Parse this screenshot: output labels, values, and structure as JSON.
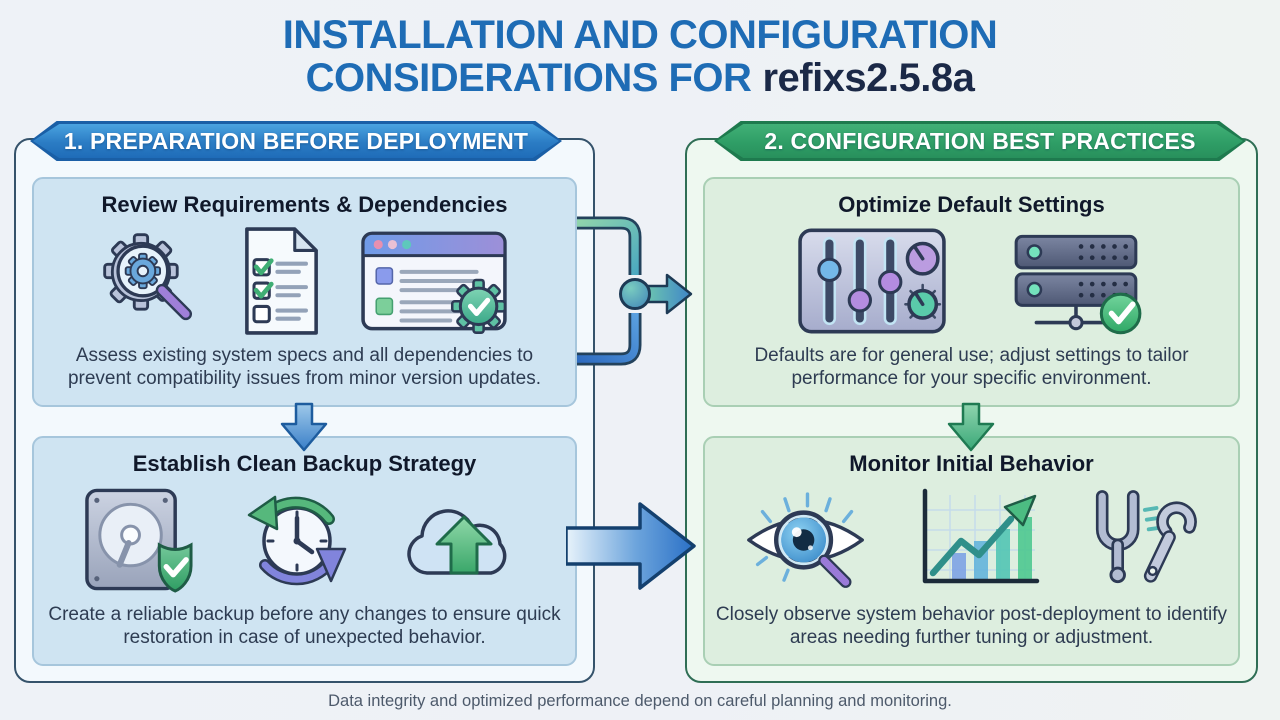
{
  "title": {
    "line1": "INSTALLATION AND CONFIGURATION",
    "line2_prefix": "CONSIDERATIONS FOR",
    "version": "refixs2.5.8a"
  },
  "sections": {
    "left": {
      "header": "1. PREPARATION BEFORE DEPLOYMENT",
      "accent_color": "#2277c4",
      "cards": [
        {
          "title": "Review Requirements & Dependencies",
          "description": "Assess existing system specs and all dependencies to prevent compatibility issues from minor version updates.",
          "icons": [
            "gear-magnifier-icon",
            "checklist-icon",
            "browser-check-icon"
          ]
        },
        {
          "title": "Establish Clean Backup Strategy",
          "description": "Create a reliable backup before any changes to ensure quick restoration in case of unexpected behavior.",
          "icons": [
            "hard-drive-shield-icon",
            "restore-clock-icon",
            "cloud-upload-icon"
          ]
        }
      ]
    },
    "right": {
      "header": "2. CONFIGURATION BEST PRACTICES",
      "accent_color": "#2f9e63",
      "cards": [
        {
          "title": "Optimize Default Settings",
          "description": "Defaults are for general use; adjust settings to tailor performance for your specific environment.",
          "icons": [
            "sliders-panel-icon",
            "server-check-icon"
          ]
        },
        {
          "title": "Monitor Initial Behavior",
          "description": "Closely observe system behavior post-deployment to identify areas needing further tuning or adjustment.",
          "icons": [
            "eye-magnifier-icon",
            "growth-chart-icon",
            "tuning-tools-icon"
          ]
        }
      ]
    }
  },
  "footer": "Data integrity and optimized performance depend on careful planning and monitoring.",
  "colors": {
    "title_blue": "#1e6cb5",
    "version_navy": "#1b2947",
    "banner_blue": "#2b7cc4",
    "banner_blue_border": "#1a5fa6",
    "banner_green": "#2f9e66",
    "banner_green_border": "#1e7a4e",
    "left_card_bg": "#cfe4f2",
    "right_card_bg": "#ddeedf",
    "check_green": "#3fae74",
    "arrow_blue": "#3a7fc8",
    "arrow_green": "#3aa878"
  }
}
